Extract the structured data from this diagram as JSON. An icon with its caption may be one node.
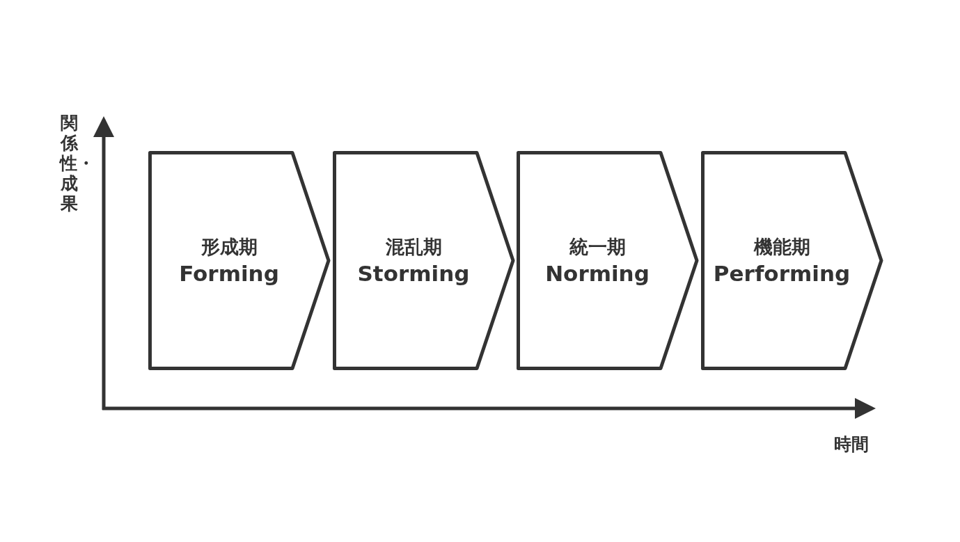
{
  "diagram": {
    "nodes": [
      {
        "text": [
          "形成期",
          "Forming"
        ]
      },
      {
        "text": [
          "混乱期",
          "Storming"
        ]
      },
      {
        "text": [
          "統一期",
          "Norming"
        ]
      },
      {
        "text": [
          "機能期",
          "Performing"
        ]
      }
    ],
    "labels": [
      "関係性・成果",
      "時間"
    ]
  }
}
